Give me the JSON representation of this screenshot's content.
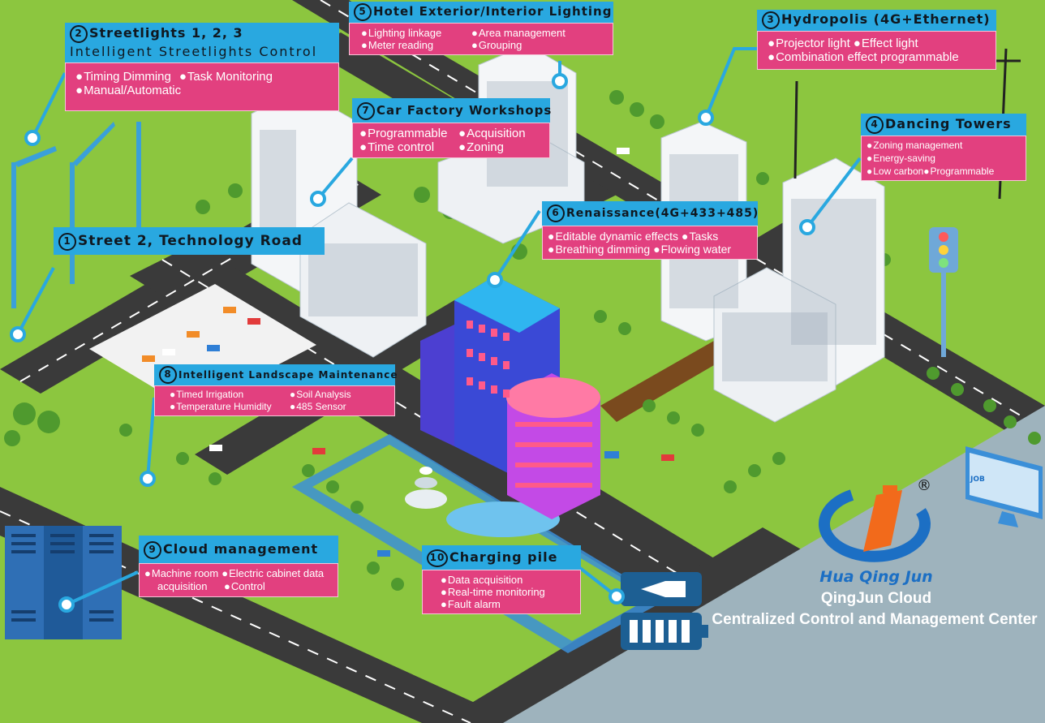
{
  "callouts": [
    {
      "id": "c5",
      "num": "5",
      "title": "Hotel Exterior/Interior Lighting",
      "rows": [
        [
          "Lighting linkage",
          "Area management"
        ],
        [
          "Meter reading",
          "Grouping"
        ]
      ]
    },
    {
      "id": "c2",
      "num": "2",
      "title": "Streetlights 1, 2, 3",
      "subtitle": "Intelligent Streetlights Control",
      "rows": [
        [
          "Timing Dimming",
          "Task Monitoring"
        ],
        [
          "Manual/Automatic"
        ]
      ]
    },
    {
      "id": "c3",
      "num": "3",
      "title": "Hydropolis (4G+Ethernet)",
      "rows": [
        [
          "Projector light",
          "Effect light"
        ],
        [
          "Combination effect programmable"
        ]
      ]
    },
    {
      "id": "c7",
      "num": "7",
      "title": "Car Factory Workshops",
      "rows": [
        [
          "Programmable",
          "Acquisition"
        ],
        [
          "Time control",
          "Zoning"
        ]
      ]
    },
    {
      "id": "c4",
      "num": "4",
      "title": "Dancing Towers",
      "rows": [
        [
          "Zoning management"
        ],
        [
          "Energy-saving"
        ],
        [
          "Low carbon",
          "Programmable"
        ]
      ]
    },
    {
      "id": "c6",
      "num": "6",
      "title": "Renaissance(4G+433+485)",
      "rows": [
        [
          "Editable dynamic effects",
          "Tasks"
        ],
        [
          "Breathing dimming",
          "Flowing water"
        ]
      ]
    },
    {
      "id": "c1",
      "num": "1",
      "title": "Street 2, Technology Road",
      "rows": []
    },
    {
      "id": "c8",
      "num": "8",
      "title": "Intelligent Landscape Maintenance",
      "rows": [
        [
          "Timed Irrigation",
          "Soil Analysis"
        ],
        [
          "Temperature Humidity",
          "485 Sensor"
        ]
      ]
    },
    {
      "id": "c9",
      "num": "9",
      "title": "Cloud management",
      "rows": [
        [
          "Machine room",
          "Electric cabinet data"
        ],
        [
          "acquisition",
          "Control"
        ]
      ]
    },
    {
      "id": "c10",
      "num": "10",
      "title": "Charging pile",
      "rows": [
        [
          "Data acquisition"
        ],
        [
          "Real-time monitoring"
        ],
        [
          "Fault alarm"
        ]
      ]
    }
  ],
  "brand": {
    "name": "Hua Qing Jun",
    "registered": "®",
    "line1": "QingJun Cloud",
    "line2": "Centralized Control and Management Center",
    "monitor_text": "JOB"
  },
  "colors": {
    "grass": "#8cc63f",
    "road": "#3a3a3a",
    "water": "#3b8fd8",
    "callout_header": "#29a8e0",
    "callout_body": "#e2407f",
    "plaza": "#9eb3bd",
    "brand_blue": "#1c6fc4",
    "brand_orange": "#f26a1b"
  }
}
